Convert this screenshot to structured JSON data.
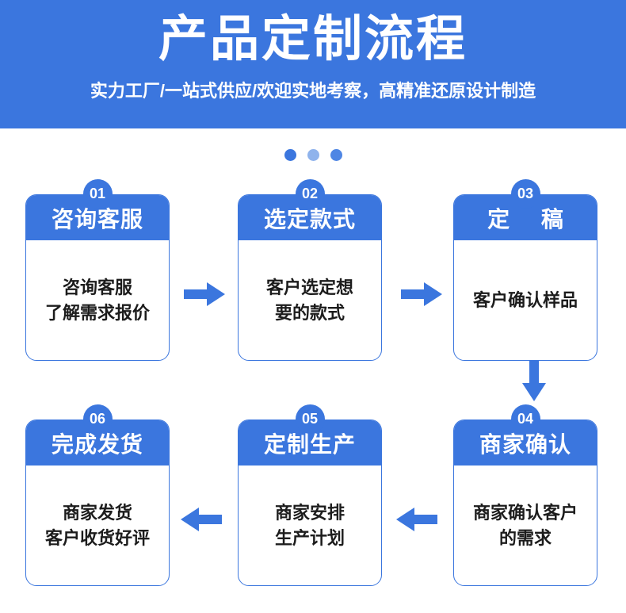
{
  "banner": {
    "title": "产品定制流程",
    "subtitle": "实力工厂/一站式供应/欢迎实地考察，高精准还原设计制造",
    "bg_color": "#3b76de",
    "text_color": "#ffffff"
  },
  "decoration": {
    "dots": [
      {
        "name": "dot-dark",
        "color": "#3b76de"
      },
      {
        "name": "dot-light",
        "color": "#8fb3ec"
      },
      {
        "name": "dot-medium",
        "color": "#4f86e4"
      }
    ]
  },
  "theme": {
    "accent": "#3b76de",
    "card_border": "#3b76de",
    "card_bg": "#ffffff",
    "body_text": "#1c1c1c"
  },
  "flow": {
    "steps": [
      {
        "number": "01",
        "title": "咨询客服",
        "title_spaced": false,
        "lines": [
          "咨询客服",
          "了解需求报价"
        ]
      },
      {
        "number": "02",
        "title": "选定款式",
        "title_spaced": false,
        "lines": [
          "客户选定想",
          "要的款式"
        ]
      },
      {
        "number": "03",
        "title": "定 稿",
        "title_spaced": true,
        "lines": [
          "客户确认样品"
        ]
      },
      {
        "number": "04",
        "title": "商家确认",
        "title_spaced": false,
        "lines": [
          "商家确认客户",
          "的需求"
        ]
      },
      {
        "number": "05",
        "title": "定制生产",
        "title_spaced": false,
        "lines": [
          "商家安排",
          "生产计划"
        ]
      },
      {
        "number": "06",
        "title": "完成发货",
        "title_spaced": false,
        "lines": [
          "商家发货",
          "客户收货好评"
        ]
      }
    ],
    "connectors": [
      {
        "name": "arrow-right-step1-to-step2",
        "direction": "right",
        "color": "#3b76de"
      },
      {
        "name": "arrow-right-step2-to-step3",
        "direction": "right",
        "color": "#3b76de"
      },
      {
        "name": "arrow-down-step3-to-step4",
        "direction": "down",
        "color": "#3b76de"
      },
      {
        "name": "arrow-left-step4-to-step5",
        "direction": "left",
        "color": "#3b76de"
      },
      {
        "name": "arrow-left-step5-to-step6",
        "direction": "left",
        "color": "#3b76de"
      }
    ]
  }
}
